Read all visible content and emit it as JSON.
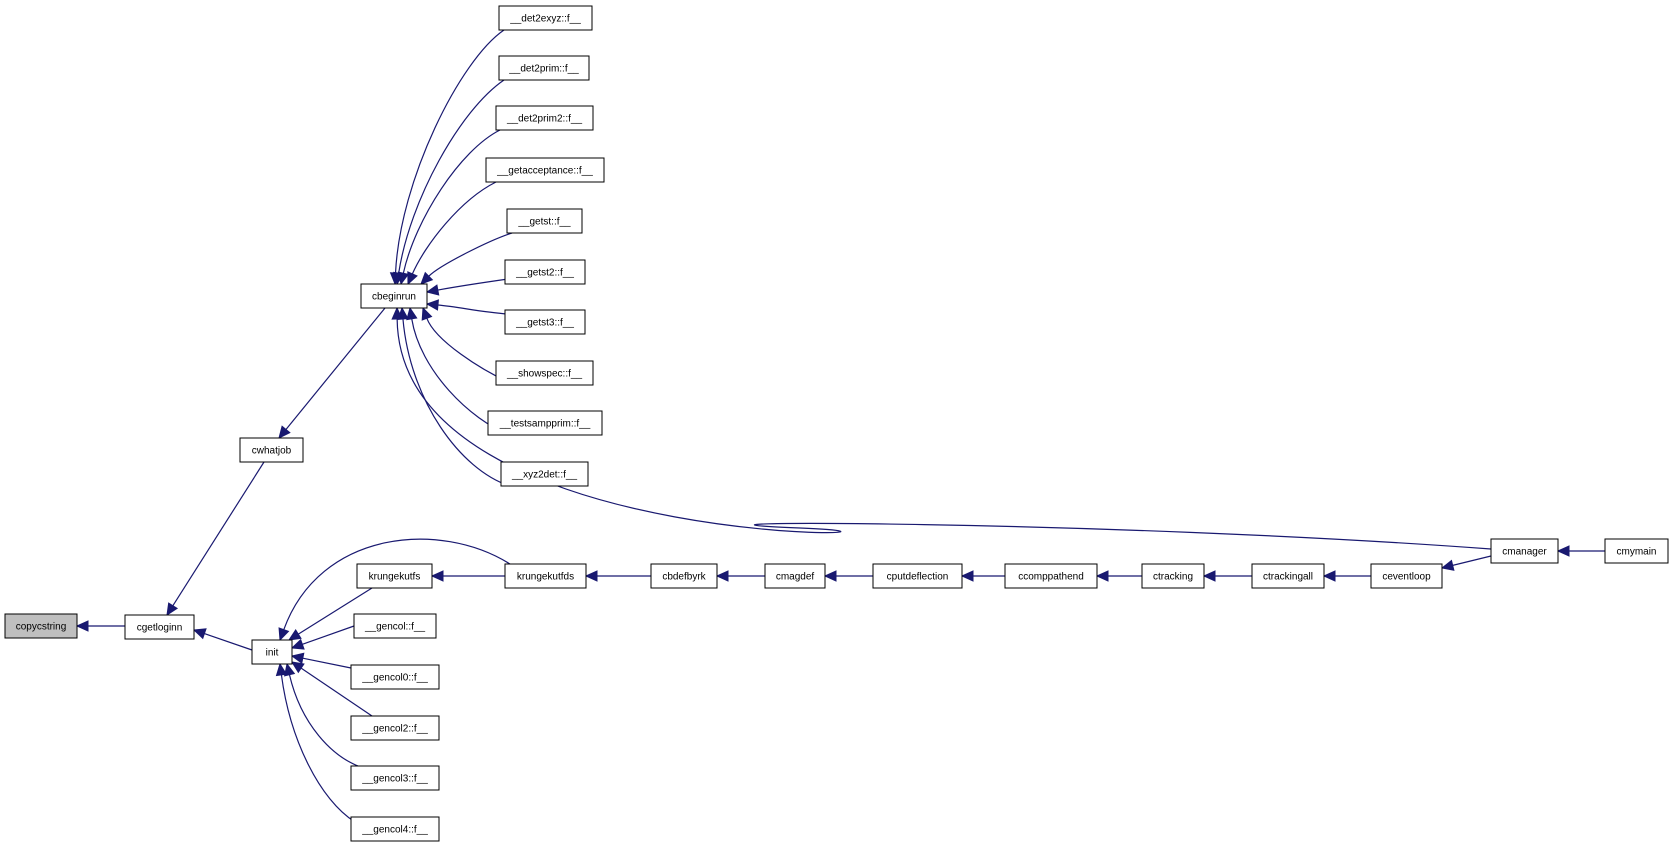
{
  "colors": {
    "edge": "#191970",
    "node_border": "#000000",
    "node_fill": "#ffffff",
    "highlight_fill": "#bfbfbf"
  },
  "nodes": [
    {
      "id": "copycstring",
      "label": "copycstring",
      "highlight": true
    },
    {
      "id": "cgetloginn",
      "label": "cgetloginn"
    },
    {
      "id": "cwhatjob",
      "label": "cwhatjob"
    },
    {
      "id": "init",
      "label": "init"
    },
    {
      "id": "cbeginrun",
      "label": "cbeginrun"
    },
    {
      "id": "det2exyz",
      "label": "__det2exyz::f__"
    },
    {
      "id": "det2prim",
      "label": "__det2prim::f__"
    },
    {
      "id": "det2prim2",
      "label": "__det2prim2::f__"
    },
    {
      "id": "getacceptance",
      "label": "__getacceptance::f__"
    },
    {
      "id": "getst",
      "label": "__getst::f__"
    },
    {
      "id": "getst2",
      "label": "__getst2::f__"
    },
    {
      "id": "getst3",
      "label": "__getst3::f__"
    },
    {
      "id": "showspec",
      "label": "__showspec::f__"
    },
    {
      "id": "testsampprim",
      "label": "__testsampprim::f__"
    },
    {
      "id": "xyz2det",
      "label": "__xyz2det::f__"
    },
    {
      "id": "krungekutfs",
      "label": "krungekutfs"
    },
    {
      "id": "gencol",
      "label": "__gencol::f__"
    },
    {
      "id": "gencol0",
      "label": "__gencol0::f__"
    },
    {
      "id": "gencol2",
      "label": "__gencol2::f__"
    },
    {
      "id": "gencol3",
      "label": "__gencol3::f__"
    },
    {
      "id": "gencol4",
      "label": "__gencol4::f__"
    },
    {
      "id": "krungekutfds",
      "label": "krungekutfds"
    },
    {
      "id": "cbdefbyrk",
      "label": "cbdefbyrk"
    },
    {
      "id": "cmagdef",
      "label": "cmagdef"
    },
    {
      "id": "cputdeflection",
      "label": "cputdeflection"
    },
    {
      "id": "ccomppathend",
      "label": "ccomppathend"
    },
    {
      "id": "ctracking",
      "label": "ctracking"
    },
    {
      "id": "ctrackingall",
      "label": "ctrackingall"
    },
    {
      "id": "ceventloop",
      "label": "ceventloop"
    },
    {
      "id": "cmanager",
      "label": "cmanager"
    },
    {
      "id": "cmymain",
      "label": "cmymain"
    }
  ],
  "edges": [
    {
      "from": "cgetloginn",
      "to": "copycstring"
    },
    {
      "from": "cwhatjob",
      "to": "cgetloginn"
    },
    {
      "from": "init",
      "to": "cgetloginn"
    },
    {
      "from": "cbeginrun",
      "to": "cwhatjob"
    },
    {
      "from": "det2exyz",
      "to": "cbeginrun"
    },
    {
      "from": "det2prim",
      "to": "cbeginrun"
    },
    {
      "from": "det2prim2",
      "to": "cbeginrun"
    },
    {
      "from": "getacceptance",
      "to": "cbeginrun"
    },
    {
      "from": "getst",
      "to": "cbeginrun"
    },
    {
      "from": "getst2",
      "to": "cbeginrun"
    },
    {
      "from": "getst3",
      "to": "cbeginrun"
    },
    {
      "from": "showspec",
      "to": "cbeginrun"
    },
    {
      "from": "testsampprim",
      "to": "cbeginrun"
    },
    {
      "from": "xyz2det",
      "to": "cbeginrun"
    },
    {
      "from": "cmanager",
      "to": "cbeginrun"
    },
    {
      "from": "krungekutfs",
      "to": "init"
    },
    {
      "from": "krungekutfds",
      "to": "init"
    },
    {
      "from": "gencol",
      "to": "init"
    },
    {
      "from": "gencol0",
      "to": "init"
    },
    {
      "from": "gencol2",
      "to": "init"
    },
    {
      "from": "gencol3",
      "to": "init"
    },
    {
      "from": "gencol4",
      "to": "init"
    },
    {
      "from": "krungekutfds",
      "to": "krungekutfs"
    },
    {
      "from": "cbdefbyrk",
      "to": "krungekutfds"
    },
    {
      "from": "cmagdef",
      "to": "cbdefbyrk"
    },
    {
      "from": "cputdeflection",
      "to": "cmagdef"
    },
    {
      "from": "ccomppathend",
      "to": "cputdeflection"
    },
    {
      "from": "ctracking",
      "to": "ccomppathend"
    },
    {
      "from": "ctrackingall",
      "to": "ctracking"
    },
    {
      "from": "ceventloop",
      "to": "ctrackingall"
    },
    {
      "from": "cmanager",
      "to": "ceventloop"
    },
    {
      "from": "cmymain",
      "to": "cmanager"
    }
  ]
}
